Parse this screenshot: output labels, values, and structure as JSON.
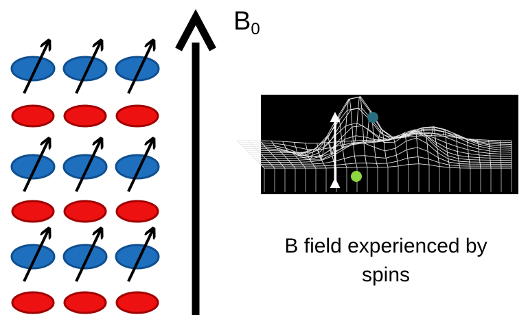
{
  "field_label": {
    "symbol": "B",
    "subscript": "0"
  },
  "caption": {
    "line1": "B field experienced by",
    "line2": "spins"
  },
  "colors": {
    "spin_up_fill": "#1f6fbf",
    "spin_up_edge": "#0f4f8f",
    "spin_down_fill": "#ee1111",
    "spin_down_edge": "#a00000",
    "field_arrow": "#000000",
    "landscape_bg": "#000000",
    "landscape_mesh": "#e6e6e6",
    "marker_top": "#2a6f7f",
    "marker_bottom": "#8fd640"
  },
  "icons": {
    "spin_up": "blue-ellipse-with-up-arrow",
    "spin_down": "red-ellipse",
    "field": "vertical-arrow",
    "landscape": "3d-wireframe-surface"
  }
}
